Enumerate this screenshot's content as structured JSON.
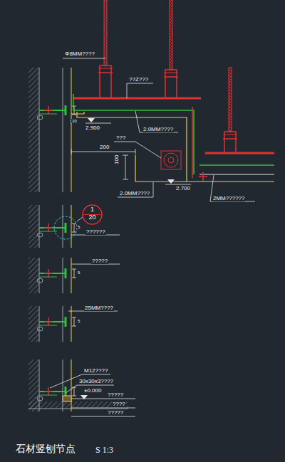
{
  "diagram": {
    "title": "石材竖刨节点",
    "nodes": [
      {
        "text": [
          "1",
          "20"
        ]
      }
    ],
    "labels": [
      "Φ8MM????",
      "??Z???",
      "10",
      "2.900",
      "2.0MM????",
      "???",
      "200",
      "100",
      "2.700",
      "2.0MM????",
      "2MM??????",
      "5",
      "??????",
      "?????",
      "5",
      "25MM????",
      "5",
      "M12????",
      "30x30x3????",
      "±0.000",
      "?????",
      "????",
      "?????",
      "S 1:3"
    ]
  }
}
